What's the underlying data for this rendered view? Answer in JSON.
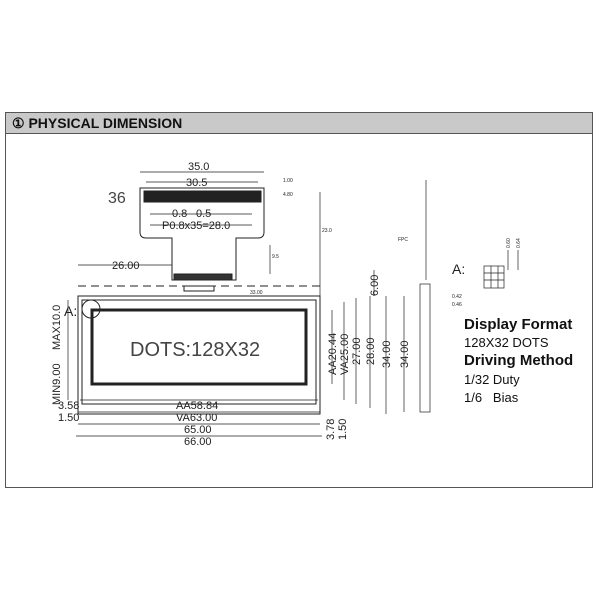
{
  "section": {
    "number": "①",
    "title": "PHYSICAL  DIMENSION"
  },
  "drawing": {
    "pin_count": "36",
    "dims": {
      "fpc_width": "35.0",
      "fpc_pin_span": "30.5",
      "pin_width": "0.8",
      "pin_gap": "0.5",
      "pitch": "P0.8x35=28.0",
      "fpc_offset": "26.00",
      "fpc_t1": "1.00",
      "fpc_t2": "4.80",
      "fpc_len": "23.0",
      "fpc_neck": "9.5",
      "fpc_pos": "33.00",
      "aa_w": "AA58.84",
      "va_w": "VA63.00",
      "w65": "65.00",
      "w66": "66.00",
      "aa_h": "AA20.44",
      "va_h": "VA25.00",
      "h27": "27.00",
      "h28": "28.00",
      "h34": "34.00",
      "top6": "6.00",
      "left358": "3.58",
      "left150": "1.50",
      "bot378": "3.78",
      "bot150": "1.50",
      "max10": "MAX10.0",
      "min9": "MIN9.00",
      "dot_w1": "0.60",
      "dot_w2": "0.64",
      "dot_h1": "0.42",
      "dot_h2": "0.46",
      "side_thick": "34.00"
    },
    "display_text": "DOTS:128X32",
    "detail_label": "A:",
    "detail_label_2": "A:",
    "fpc_label": "FPC"
  },
  "specs": {
    "display_format_title": "Display Format",
    "display_format": "128X32 DOTS",
    "driving_method_title": "Driving Method",
    "duty": "1/32 Duty",
    "bias": "1/6   Bias"
  }
}
